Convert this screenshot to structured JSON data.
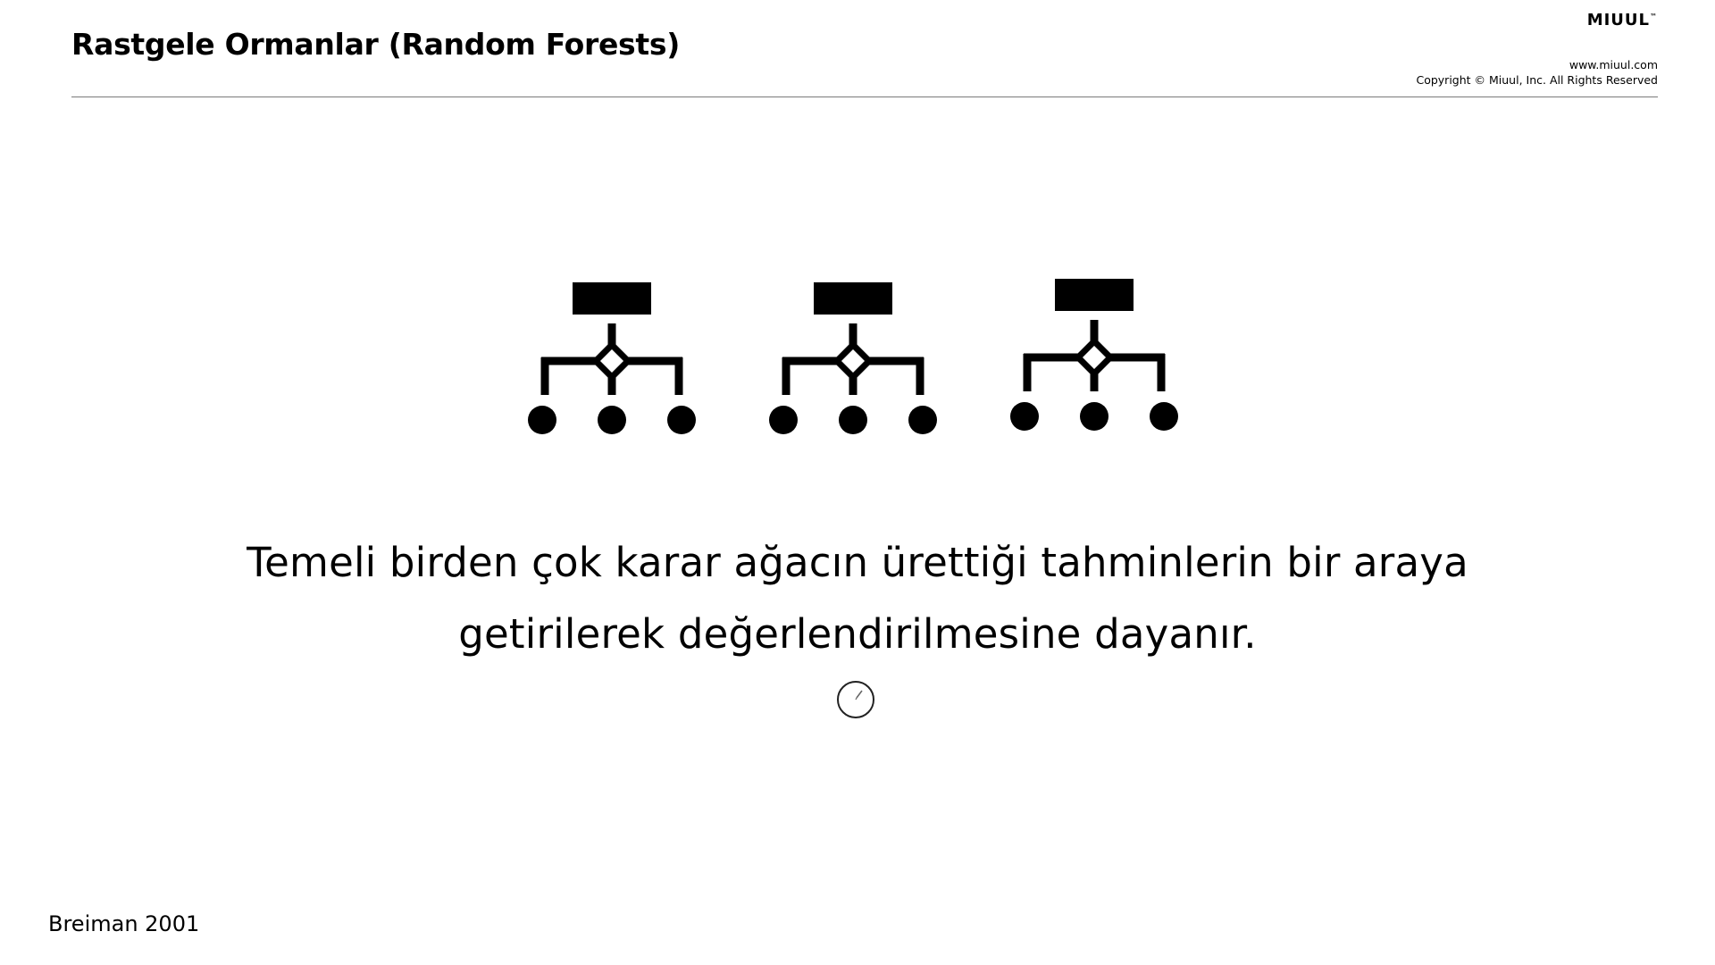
{
  "slide": {
    "title": "Rastgele Ormanlar (Random Forests)",
    "brand": "MIUUL",
    "brand_mark": "™",
    "website": "www.miuul.com",
    "copyright": "Copyright © Miuul, Inc. All Rights Reserved",
    "description_line1": "Temeli birden çok  karar ağacın ürettiği tahminlerin bir araya",
    "description_line2": "getirilerek değerlendirilmesine dayanır.",
    "citation": "Breiman 2001"
  },
  "icons": {
    "trees": [
      "decision-tree-icon",
      "decision-tree-icon",
      "decision-tree-icon"
    ],
    "cursor": "pen-cursor-icon"
  },
  "colors": {
    "background": "#ffffff",
    "text": "#000000",
    "rule": "#7a7a7a"
  }
}
